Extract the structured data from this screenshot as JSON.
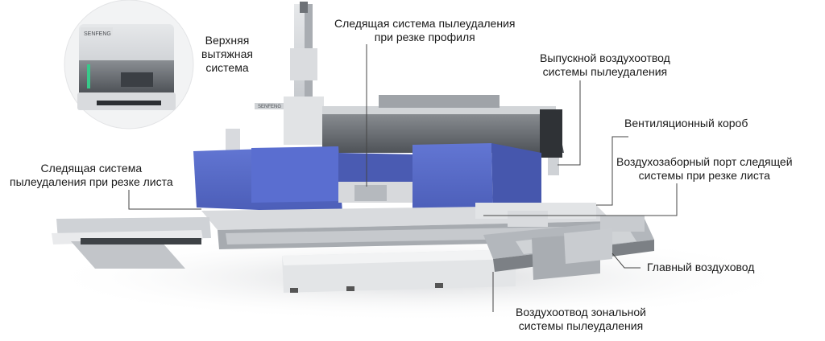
{
  "labels": {
    "top_extraction": [
      "Верхняя",
      "вытяжная",
      "система"
    ],
    "profile_tracking": [
      "Следящая система пылеудаления",
      "при резке профиля"
    ],
    "exhaust_outlet": [
      "Выпускной воздухоотвод",
      "системы пылеудаления"
    ],
    "vent_box": [
      "Вентиляционный короб"
    ],
    "intake_port": [
      "Воздухозаборный порт следящей",
      "системы при резке листа"
    ],
    "sheet_tracking": [
      "Следящая система",
      "пылеудаления при резке листа"
    ],
    "main_duct": [
      "Главный воздуховод"
    ],
    "zonal_outlet": [
      "Воздухоотвод зональной",
      "системы пылеудаления"
    ]
  },
  "colors": {
    "blue_housing": "#5b6fc9",
    "blue_housing_dark": "#4657ad",
    "leader_line": "#444444",
    "machine_gray": "#cfd2d6",
    "machine_dark": "#6e7277"
  },
  "brand": "SENFENG"
}
